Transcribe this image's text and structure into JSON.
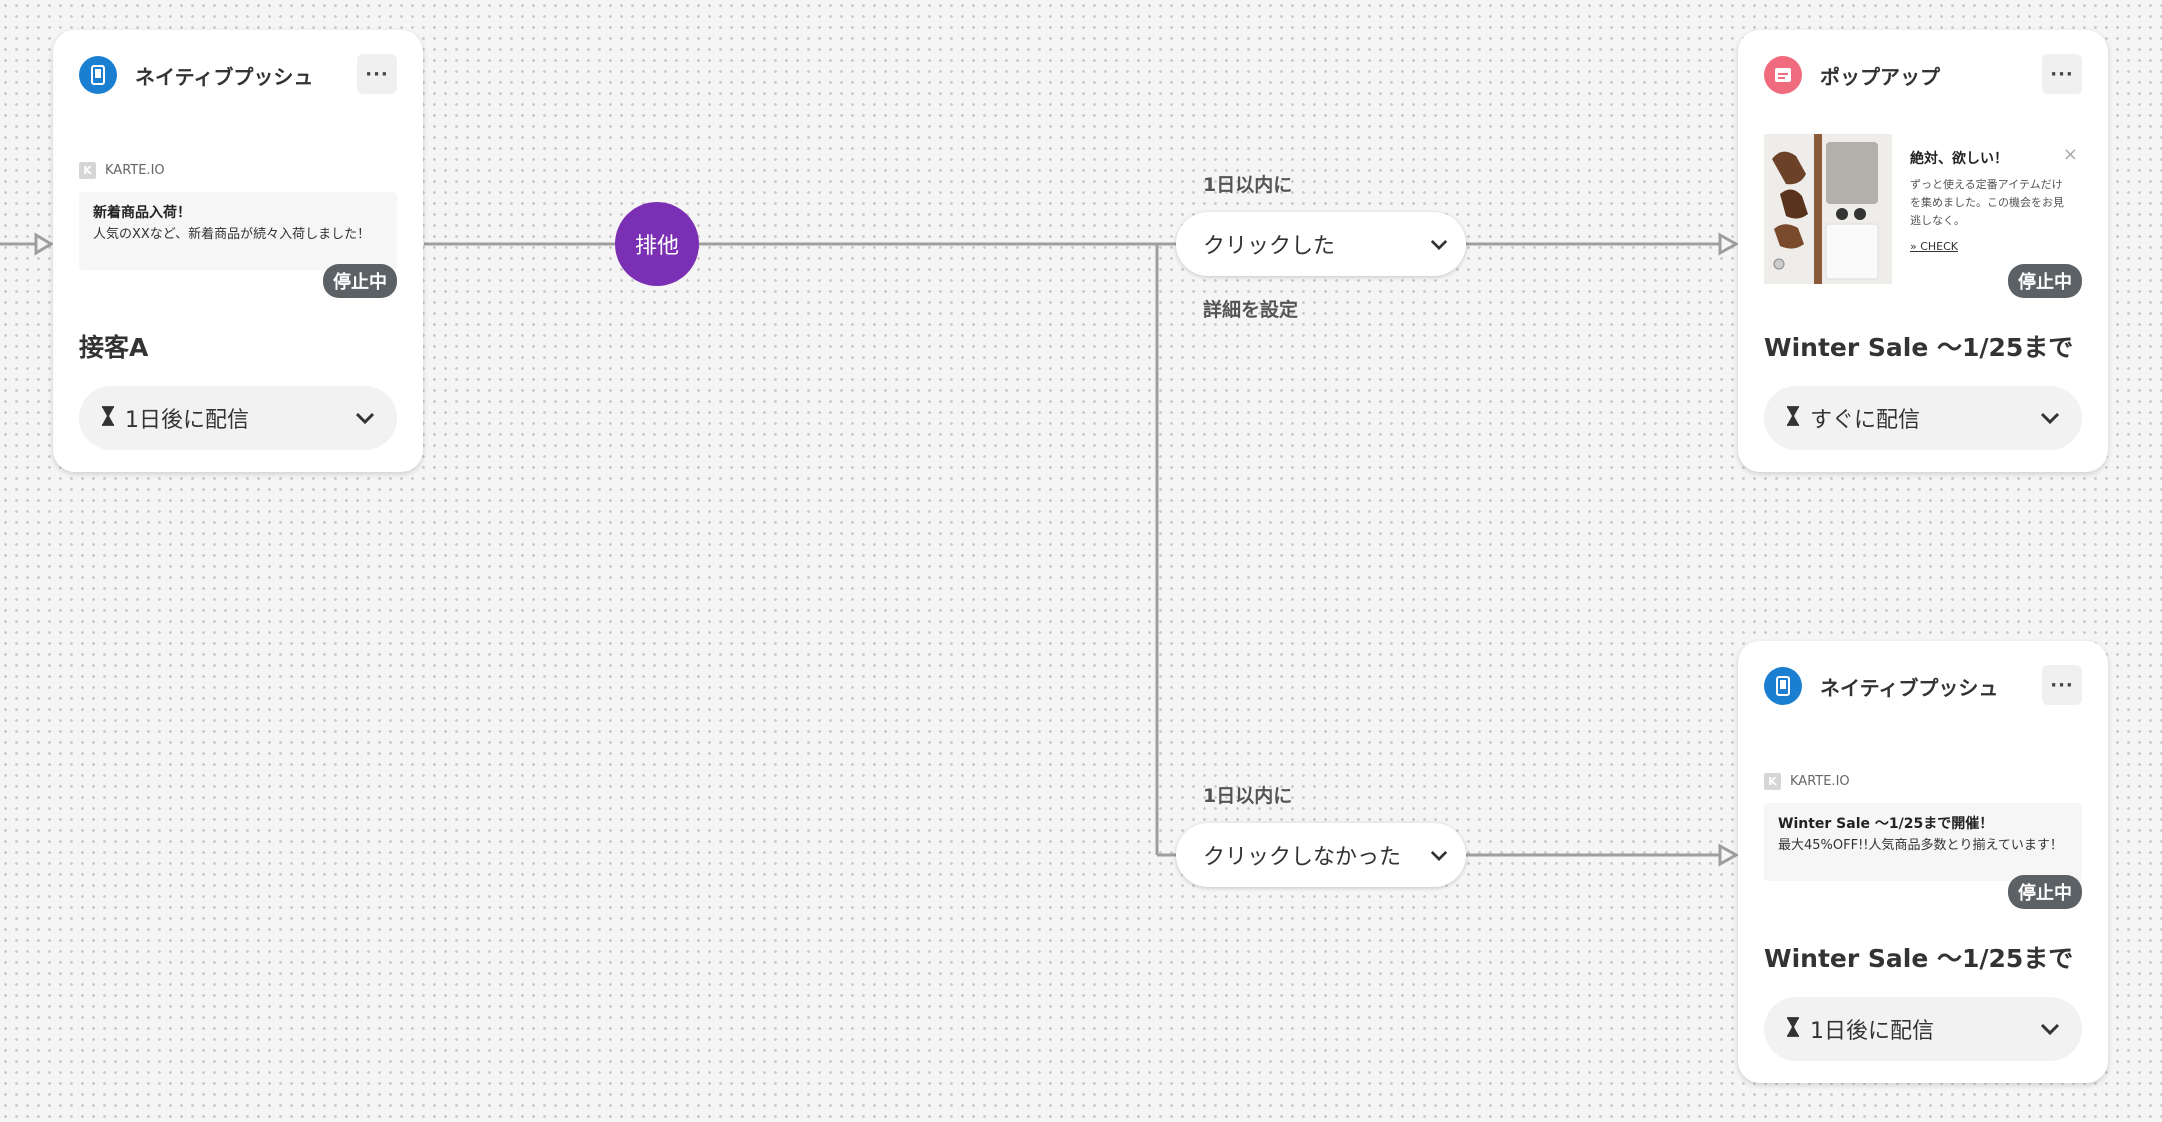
{
  "colors": {
    "accent_blue": "#1a7fd0",
    "accent_pink": "#f16b7e",
    "exclusive_purple": "#7b2fb5",
    "status_gray": "#5b6164"
  },
  "card1": {
    "type_label": "ネイティブプッシュ",
    "more_label": "···",
    "source": "KARTE.IO",
    "notif_title": "新着商品入荷！",
    "notif_body": "人気のXXなど、新着商品が続々入荷しました！",
    "status": "停止中",
    "name": "接客A",
    "timing": "1日後に配信"
  },
  "exclusive_label": "排他",
  "branch1": {
    "within_label": "1日以内に",
    "condition": "クリックした",
    "detail_link": "詳細を設定"
  },
  "branch2": {
    "within_label": "1日以内に",
    "condition": "クリックしなかった"
  },
  "card2": {
    "type_label": "ポップアップ",
    "more_label": "···",
    "popup_title": "絶対、欲しい！",
    "popup_body": "ずっと使える定番アイテムだけを集めました。この機会をお見逃しなく。",
    "popup_link": "» CHECK",
    "popup_close": "×",
    "status": "停止中",
    "name": "Winter Sale 〜1/25まで",
    "timing": "すぐに配信"
  },
  "card3": {
    "type_label": "ネイティブプッシュ",
    "more_label": "···",
    "source": "KARTE.IO",
    "notif_title": "Winter Sale 〜1/25まで開催！",
    "notif_body": "最大45%OFF!!人気商品多数とり揃えています！",
    "status": "停止中",
    "name": "Winter Sale 〜1/25まで",
    "timing": "1日後に配信"
  }
}
